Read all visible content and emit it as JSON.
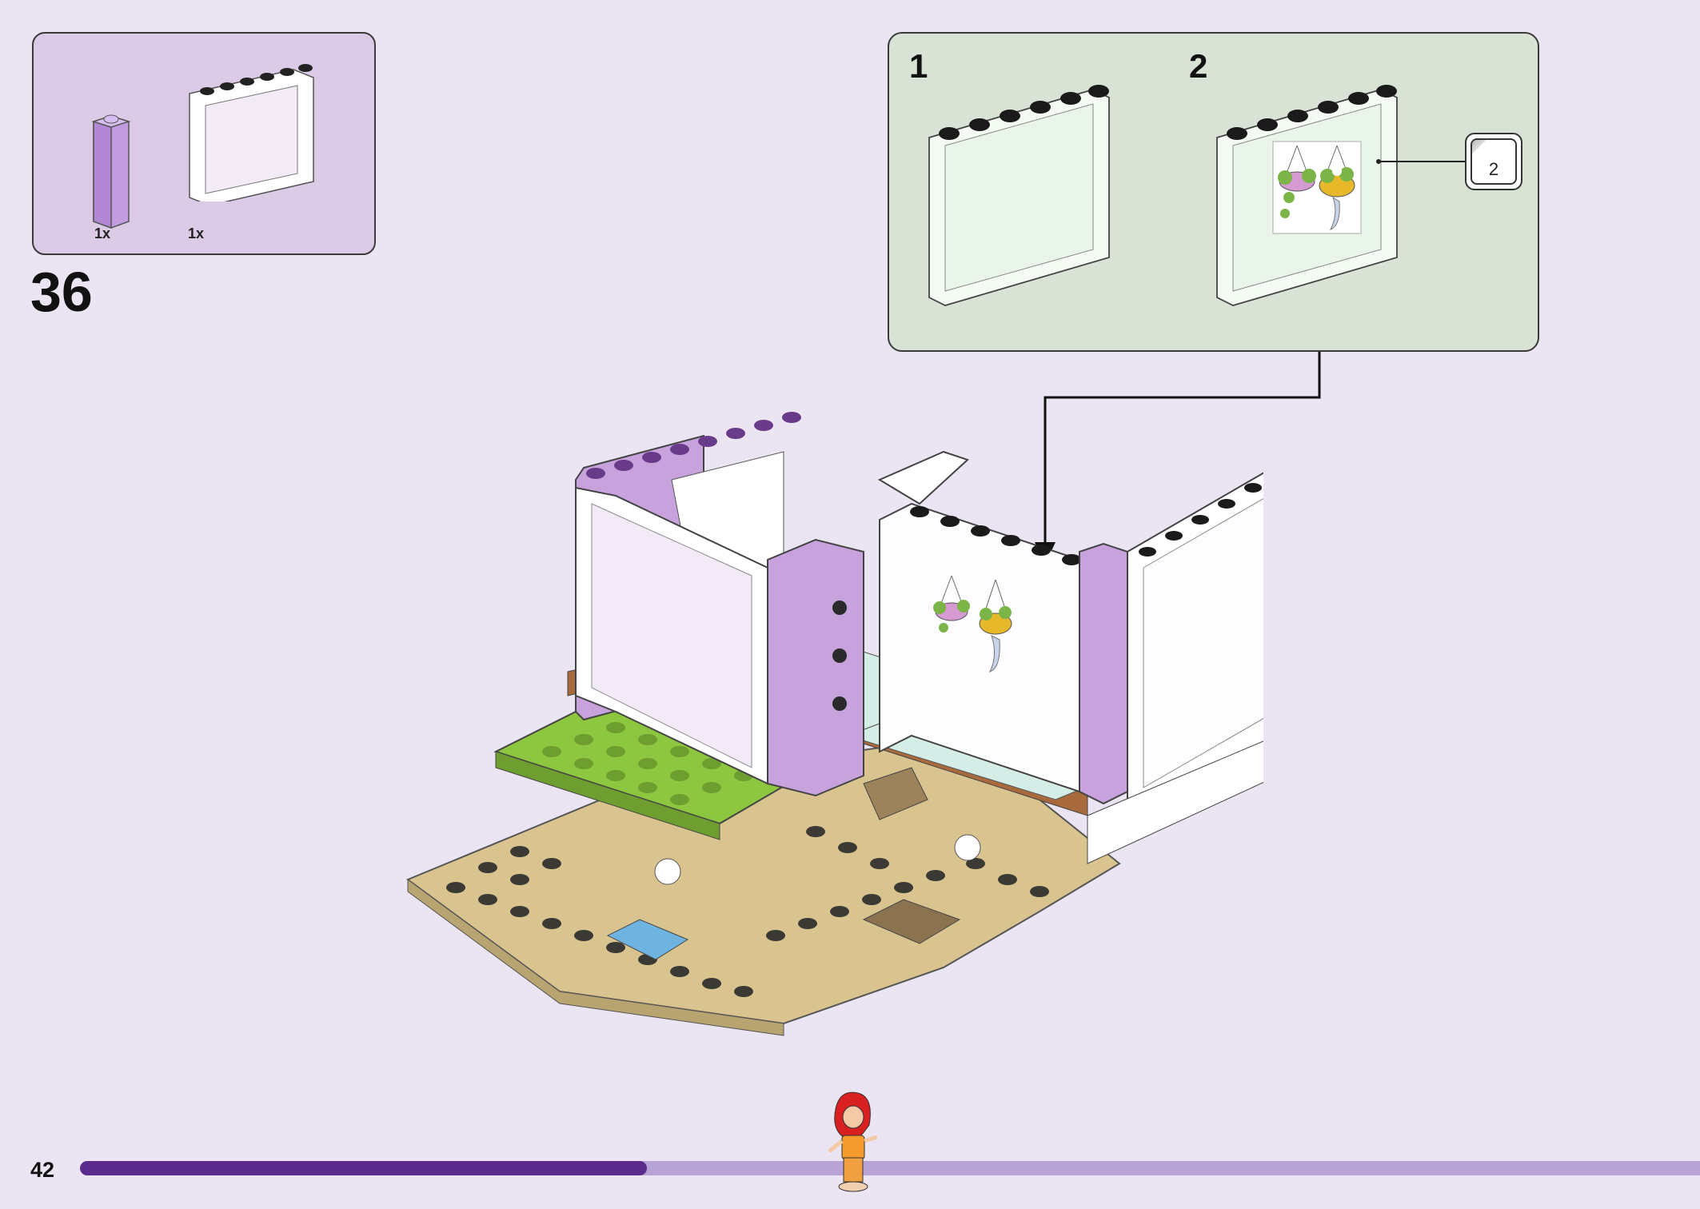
{
  "parts": {
    "items": [
      {
        "name": "lavender-column-brick",
        "quantity": "1x"
      },
      {
        "name": "white-window-frame-panel",
        "quantity": "1x"
      }
    ]
  },
  "step": {
    "number": "36"
  },
  "sub_assembly": {
    "steps": [
      {
        "number": "1"
      },
      {
        "number": "2"
      }
    ],
    "sticker_sheet_ref": "2"
  },
  "page": {
    "number": "42",
    "progress": 0.35
  },
  "colors": {
    "page_background": "#ebe4f2",
    "parts_box": "#dccbe6",
    "sub_box": "#d8e3d6",
    "progress_fill": "#5a2a8c",
    "progress_track": "#b7a3d6",
    "lavender": "#c7a2dd",
    "lime": "#8dc63f",
    "tan": "#d9c48f",
    "brown": "#a86a3c"
  }
}
